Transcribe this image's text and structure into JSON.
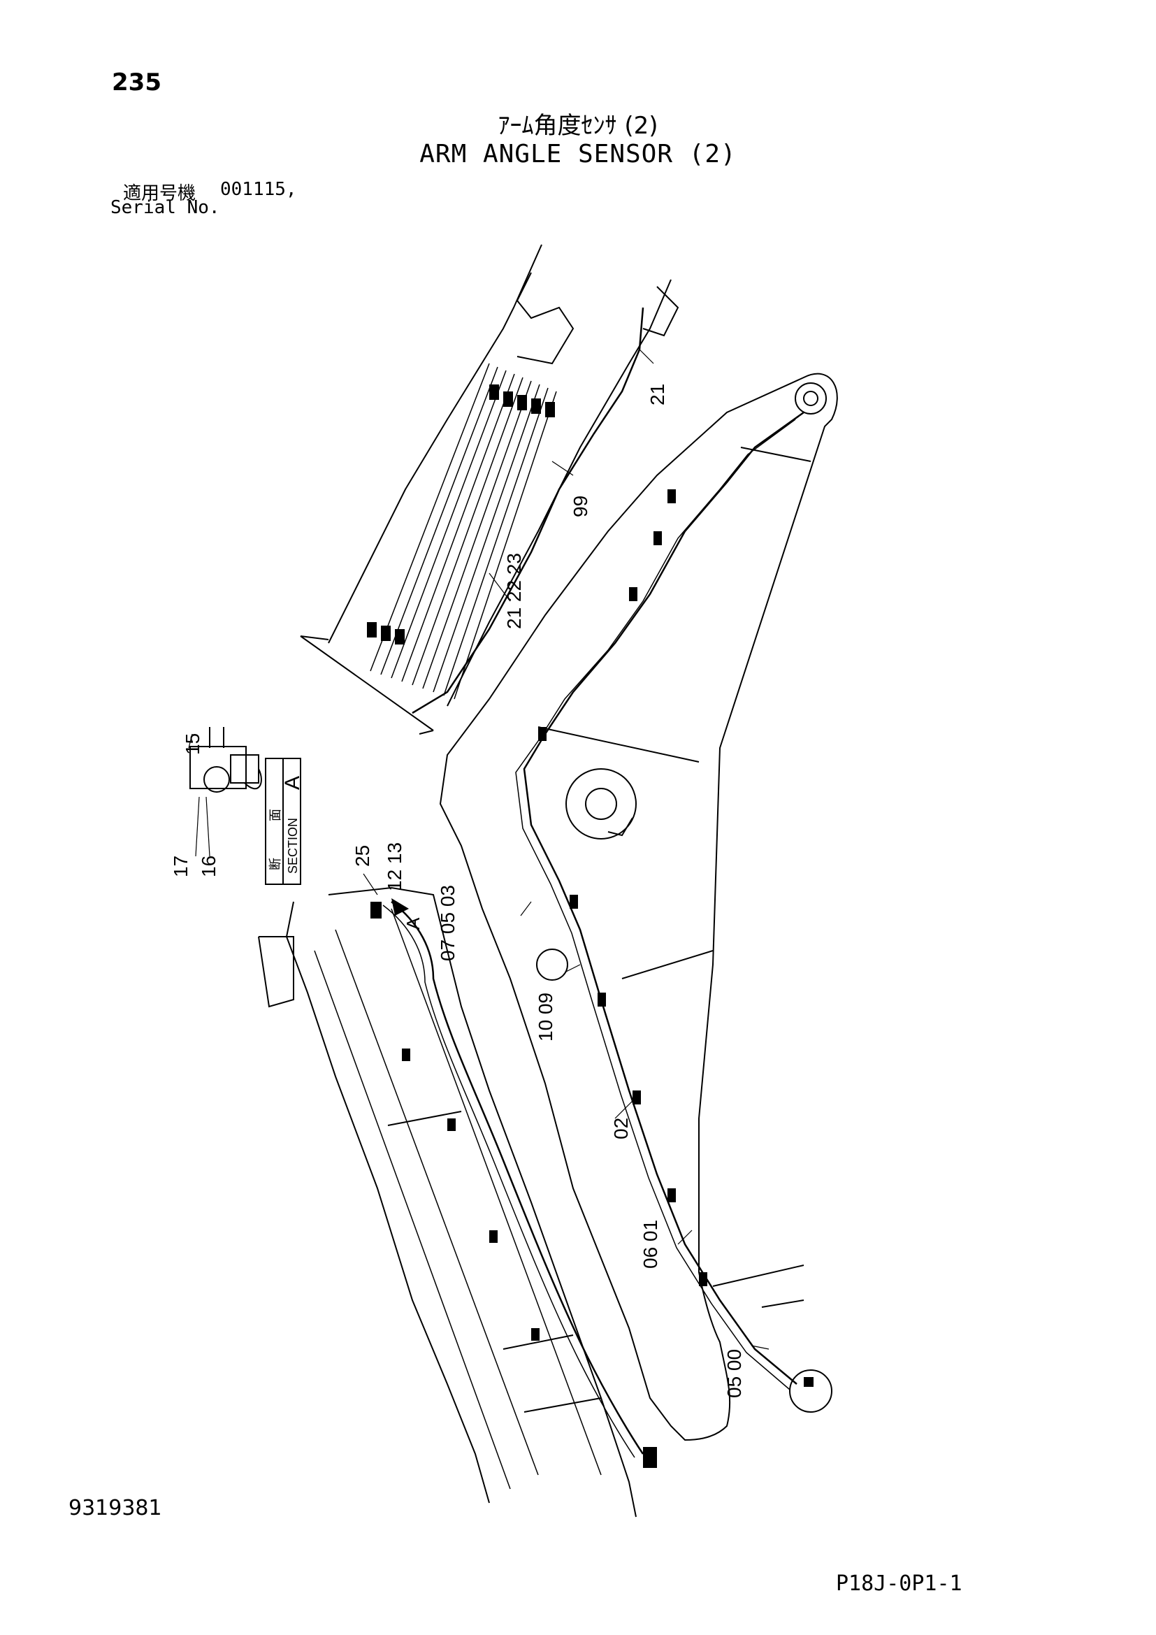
{
  "header": {
    "page_number": "235",
    "title_ja": "ｱｰﾑ角度ｾﾝｻ (2)",
    "title_en": "ARM ANGLE SENSOR (2)",
    "serial_label_ja": "適用号機",
    "serial_label_en": "Serial No.",
    "serial_value": "001115,"
  },
  "footer": {
    "doc_number": "9319381",
    "page_code": "P18J-0P1-1"
  },
  "section": {
    "label_ja_1": "断",
    "label_ja_2": "面",
    "label_en": "SECTION",
    "letter": "A",
    "view_marker": "A"
  },
  "callouts": {
    "c21_top": "21",
    "c99": "99",
    "c21_22_23": "21 22 23",
    "c15": "15",
    "c17": "17",
    "c16": "16",
    "c25": "25",
    "c12_13": "12 13",
    "c07_05_03": "07 05 03",
    "c10_09": "10 09",
    "c02": "02",
    "c06_01": "06 01",
    "c05_00": "05 00"
  }
}
